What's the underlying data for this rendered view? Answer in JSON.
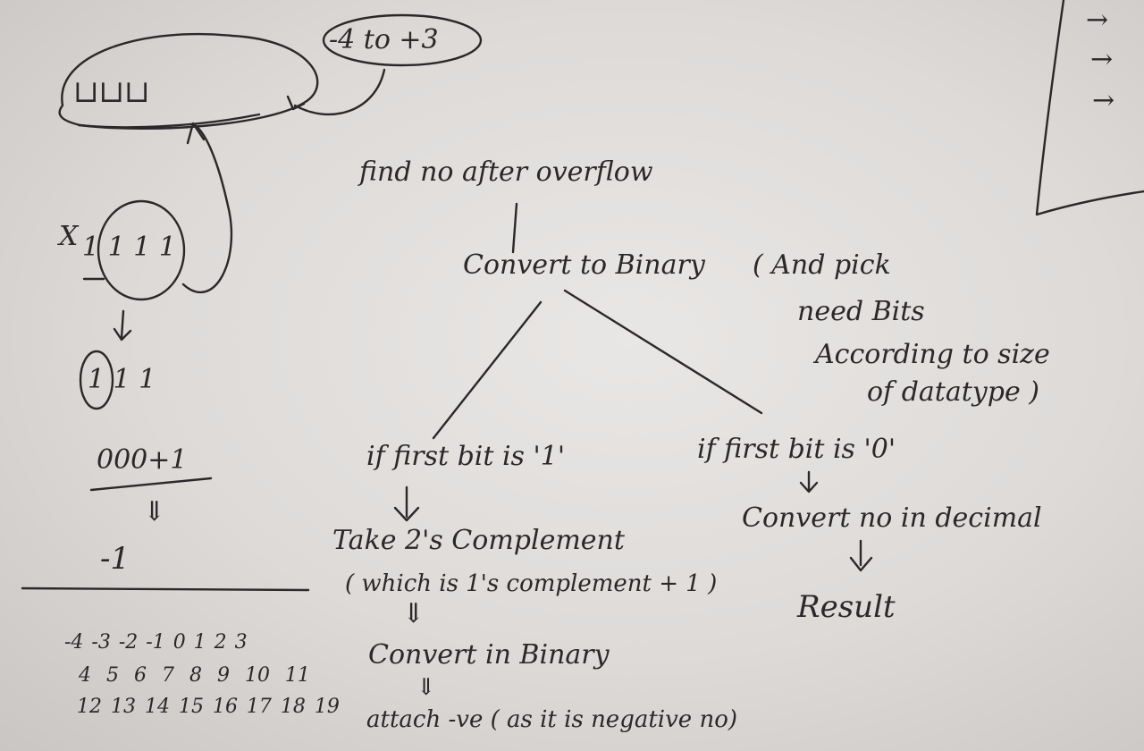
{
  "top_left": {
    "bits": "⊔⊔⊔",
    "range_label": "-4 to +3"
  },
  "binary_example": {
    "carry": "X",
    "overflow_bits": "1 1 1 1",
    "result_bits": "1 1 1",
    "ones_complement_plus_one": "000+1",
    "double_arrow": "⇓",
    "result": "-1"
  },
  "number_wrap": {
    "row1": "-4 -3 -2 -1 0 1 2 3",
    "row2": "4 5 6 7 8 9 10 11",
    "row3": "12 13 14 15 16 17 18 19"
  },
  "flowchart": {
    "title": "find no after overflow",
    "step1": "Convert to Binary",
    "note_lines": [
      "( And pick",
      "need Bits",
      "According to size",
      "of datatype )"
    ],
    "left_branch": {
      "condition": "if first bit is '1'",
      "step_a": "Take 2's Complement",
      "step_a_note": "( which is 1's complement + 1 )",
      "step_b": "Convert in Binary",
      "step_c": "attach -ve ( as it is negative no)"
    },
    "right_branch": {
      "condition": "if first bit is '0'",
      "step_a": "Convert no in decimal",
      "result": "Result"
    }
  },
  "corner_arrows": [
    "→",
    "→",
    "→"
  ]
}
